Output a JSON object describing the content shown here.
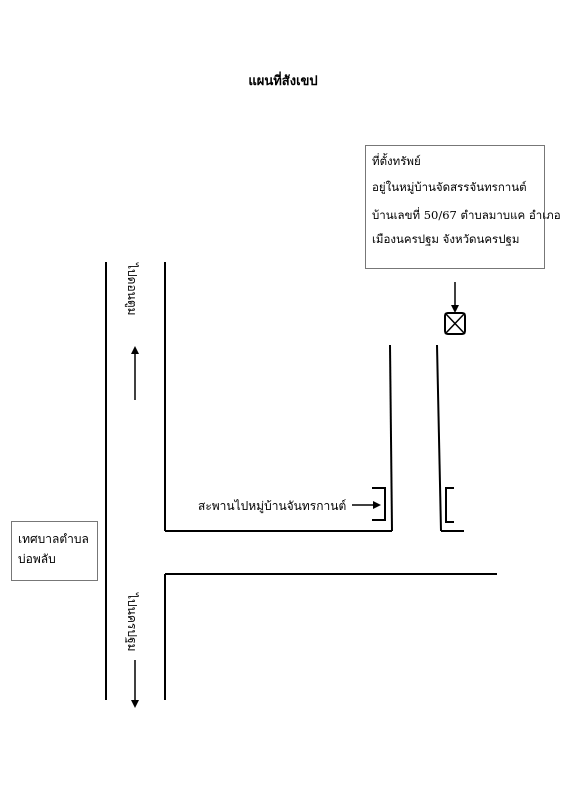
{
  "title": "แผนที่สังเขป",
  "location_box": {
    "heading": "ที่ตั้งทรัพย์",
    "line1": "อยู่ในหมู่บ้านจัดสรรจันทรกานต์",
    "line2": "บ้านเลขที่ 50/67 ตำบลมาบแค อำเภอ",
    "line3": "เมืองนครปฐม จังหวัดนครปฐม"
  },
  "municipality": {
    "line1": "เทศบาลตำบล",
    "line2": "บ่อพลับ"
  },
  "bridge_label": "สะพานไปหมู่บ้านจันทรกานต์",
  "road_labels": {
    "north": "ไปดอนตูม",
    "south": "ไปนครปฐม"
  }
}
